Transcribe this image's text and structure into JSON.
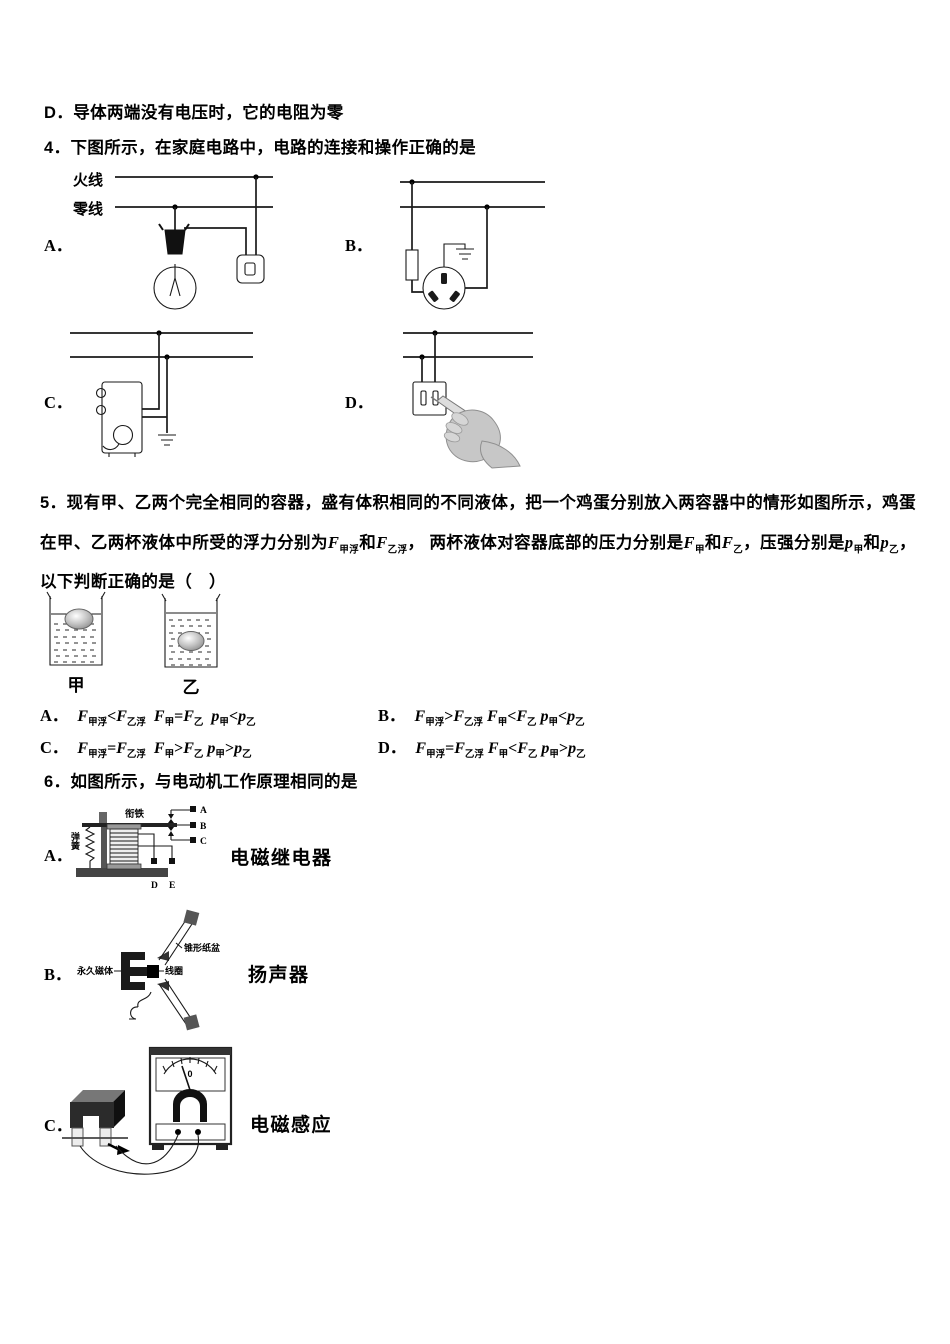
{
  "doc": {
    "q3_option_d": "D．导体两端没有电压时，它的电阻为零",
    "q4": {
      "stem": "4．下图所示，在家庭电路中，电路的连接和操作正确的是",
      "wire_labels": {
        "live": "火线",
        "neutral": "零线"
      },
      "options": [
        {
          "label": "A．",
          "diagram": "lamp-and-switch-circuit"
        },
        {
          "label": "B．",
          "diagram": "fuse-and-three-pin-socket"
        },
        {
          "label": "C．",
          "diagram": "washing-machine-with-ground"
        },
        {
          "label": "D．",
          "diagram": "hand-testing-socket"
        }
      ]
    },
    "q5": {
      "stem": "5．现有甲、乙两个完全相同的容器，盛有体积相同的不同液体，把一个鸡蛋分别放入两容器中的情形如图所示，鸡蛋在甲、乙两杯液体中所受的浮力分别为F甲浮和F乙浮， 两杯液体对容器底部的压力分别是F甲和F乙，压强分别是p甲和p乙， 以下判断正确的是（　）",
      "beakers": {
        "left": "甲",
        "right": "乙"
      },
      "options": [
        {
          "label": "A．",
          "formula": "F甲浮<F乙浮  F甲=F乙  p甲<p乙"
        },
        {
          "label": "B．",
          "formula": "F甲浮>F乙浮 F甲<F乙 p甲<p乙"
        },
        {
          "label": "C．",
          "formula": "F甲浮=F乙浮  F甲>F乙 p甲>p乙"
        },
        {
          "label": "D．",
          "formula": "F甲浮=F乙浮 F甲<F乙 p甲>p乙"
        }
      ]
    },
    "q6": {
      "stem": "6．如图所示，与电动机工作原理相同的是",
      "options": [
        {
          "label": "A．",
          "caption": "电磁继电器",
          "labels": {
            "armature": "衔铁",
            "spring": "弹簧",
            "terminals": [
              "A",
              "B",
              "C",
              "D",
              "E"
            ]
          }
        },
        {
          "label": "B．",
          "caption": "扬声器",
          "labels": {
            "magnet": "永久磁体",
            "cone": "锥形纸盆",
            "coil": "线圈"
          }
        },
        {
          "label": "C．",
          "caption": "电磁感应",
          "labels": {
            "meter_zero": "0"
          }
        }
      ]
    }
  }
}
